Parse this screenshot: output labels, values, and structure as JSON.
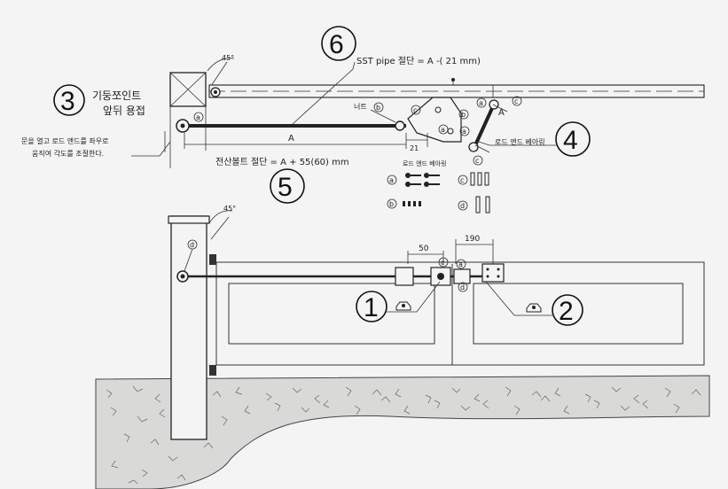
{
  "angles": {
    "top": "45°",
    "bottom": "45°"
  },
  "callouts": {
    "n1": "1",
    "n2": "2",
    "n3": "3",
    "n4": "4",
    "n5": "5",
    "n6": "6"
  },
  "texts": {
    "step3_line1": "기둥쪼인트",
    "step3_line2": "앞뒤 용접",
    "note_line1": "문을 열고 로드 앤드를 좌우로",
    "note_line2": "움직여 각도를 조절한다.",
    "sst_pipe": "SST pipe 절단 = A -( 21  mm)",
    "bolt_cut": "전산볼트 절단 = A + 55(60) mm",
    "nut": "너트",
    "rod_end_bearing_right": "로드 앤드 베아링",
    "rod_end_bearing_parts": "로드 앤드 베아링",
    "A": "A",
    "A2": "A",
    "dim21": "21",
    "dim50": "50",
    "dim190": "190"
  },
  "part_letters": {
    "a": "a",
    "b": "b",
    "c": "c",
    "d": "d"
  }
}
